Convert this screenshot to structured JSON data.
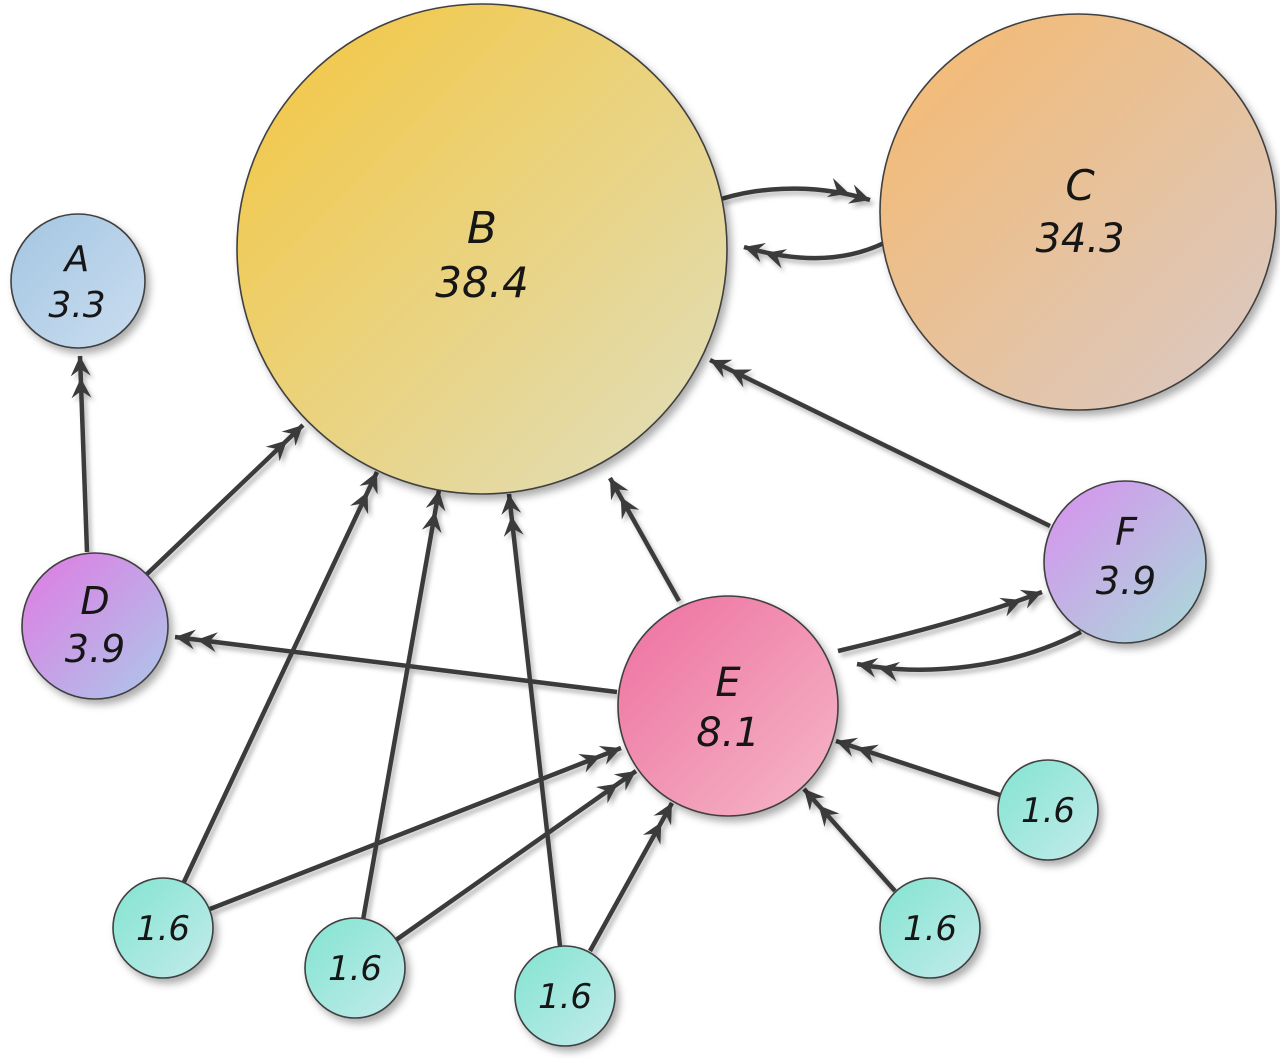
{
  "diagram": {
    "type": "graph",
    "description": "PageRank example network of linked nodes sized by rank",
    "background": "#ffffff",
    "edge_color": "#3b3b3b",
    "nodes": {
      "A": {
        "label": "A",
        "value": "3.3",
        "fill_from": "#a3c6e2",
        "fill_to": "#cbddf0"
      },
      "B": {
        "label": "B",
        "value": "38.4",
        "fill_from": "#f4c63e",
        "fill_to": "#e0dfbf"
      },
      "C": {
        "label": "C",
        "value": "34.3",
        "fill_from": "#f6b96d",
        "fill_to": "#d9cac7"
      },
      "D": {
        "label": "D",
        "value": "3.9",
        "fill_from": "#e179e3",
        "fill_to": "#abc9ea"
      },
      "E": {
        "label": "E",
        "value": "8.1",
        "fill_from": "#ee6f9f",
        "fill_to": "#f5b8c8"
      },
      "F": {
        "label": "F",
        "value": "3.9",
        "fill_from": "#d98fef",
        "fill_to": "#a7ddd8"
      }
    },
    "smalls": [
      {
        "value": "1.6"
      },
      {
        "value": "1.6"
      },
      {
        "value": "1.6"
      },
      {
        "value": "1.6"
      },
      {
        "value": "1.6"
      }
    ],
    "small_fill_from": "#82e4d0",
    "small_fill_to": "#c4ebec",
    "edges": [
      {
        "from": "D",
        "to": "A"
      },
      {
        "from": "D",
        "to": "B"
      },
      {
        "from": "B",
        "to": "C"
      },
      {
        "from": "C",
        "to": "B"
      },
      {
        "from": "E",
        "to": "B"
      },
      {
        "from": "E",
        "to": "D"
      },
      {
        "from": "E",
        "to": "F"
      },
      {
        "from": "F",
        "to": "E"
      },
      {
        "from": "F",
        "to": "B"
      },
      {
        "from": "small-1",
        "to": "E"
      },
      {
        "from": "small-2",
        "to": "E"
      },
      {
        "from": "small-3",
        "to": "E"
      },
      {
        "from": "small-4",
        "to": "E"
      },
      {
        "from": "small-5",
        "to": "E"
      },
      {
        "from": "small-1",
        "to": "B"
      },
      {
        "from": "small-2",
        "to": "B"
      },
      {
        "from": "small-3",
        "to": "B"
      }
    ]
  }
}
